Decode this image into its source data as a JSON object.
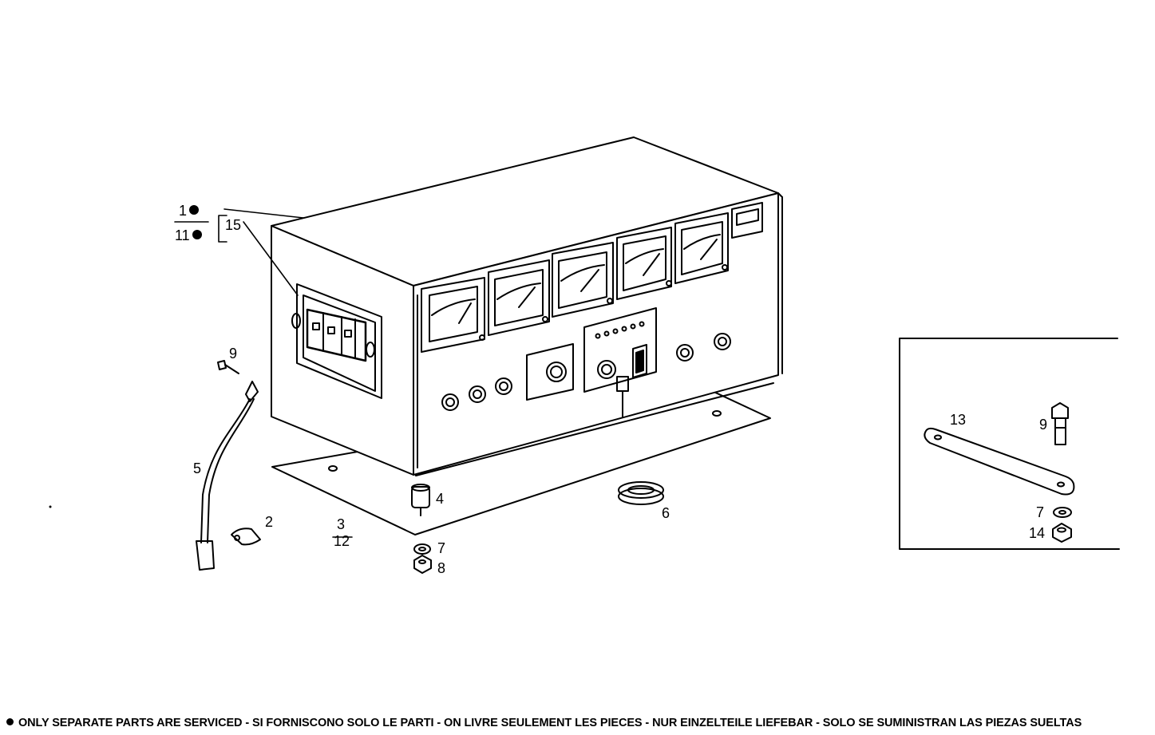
{
  "callouts": {
    "group_top": "1",
    "group_bottom": "11",
    "group_bracket": "15",
    "screw": "9",
    "cable": "5",
    "clamp": "2",
    "base_plate_top": "3",
    "base_plate_bottom": "12",
    "foot": "4",
    "washer": "7",
    "nut": "8",
    "grommet": "6"
  },
  "inset": {
    "strap": "13",
    "bolt": "9",
    "washer": "7",
    "nut": "14"
  },
  "footer_text": "ONLY SEPARATE PARTS ARE SERVICED - SI FORNISCONO SOLO LE PARTI  - ON LIVRE SEULEMENT LES PIECES - NUR EINZELTEILE LIEFEBAR - SOLO SE SUMINISTRAN LAS PIEZAS SUELTAS"
}
